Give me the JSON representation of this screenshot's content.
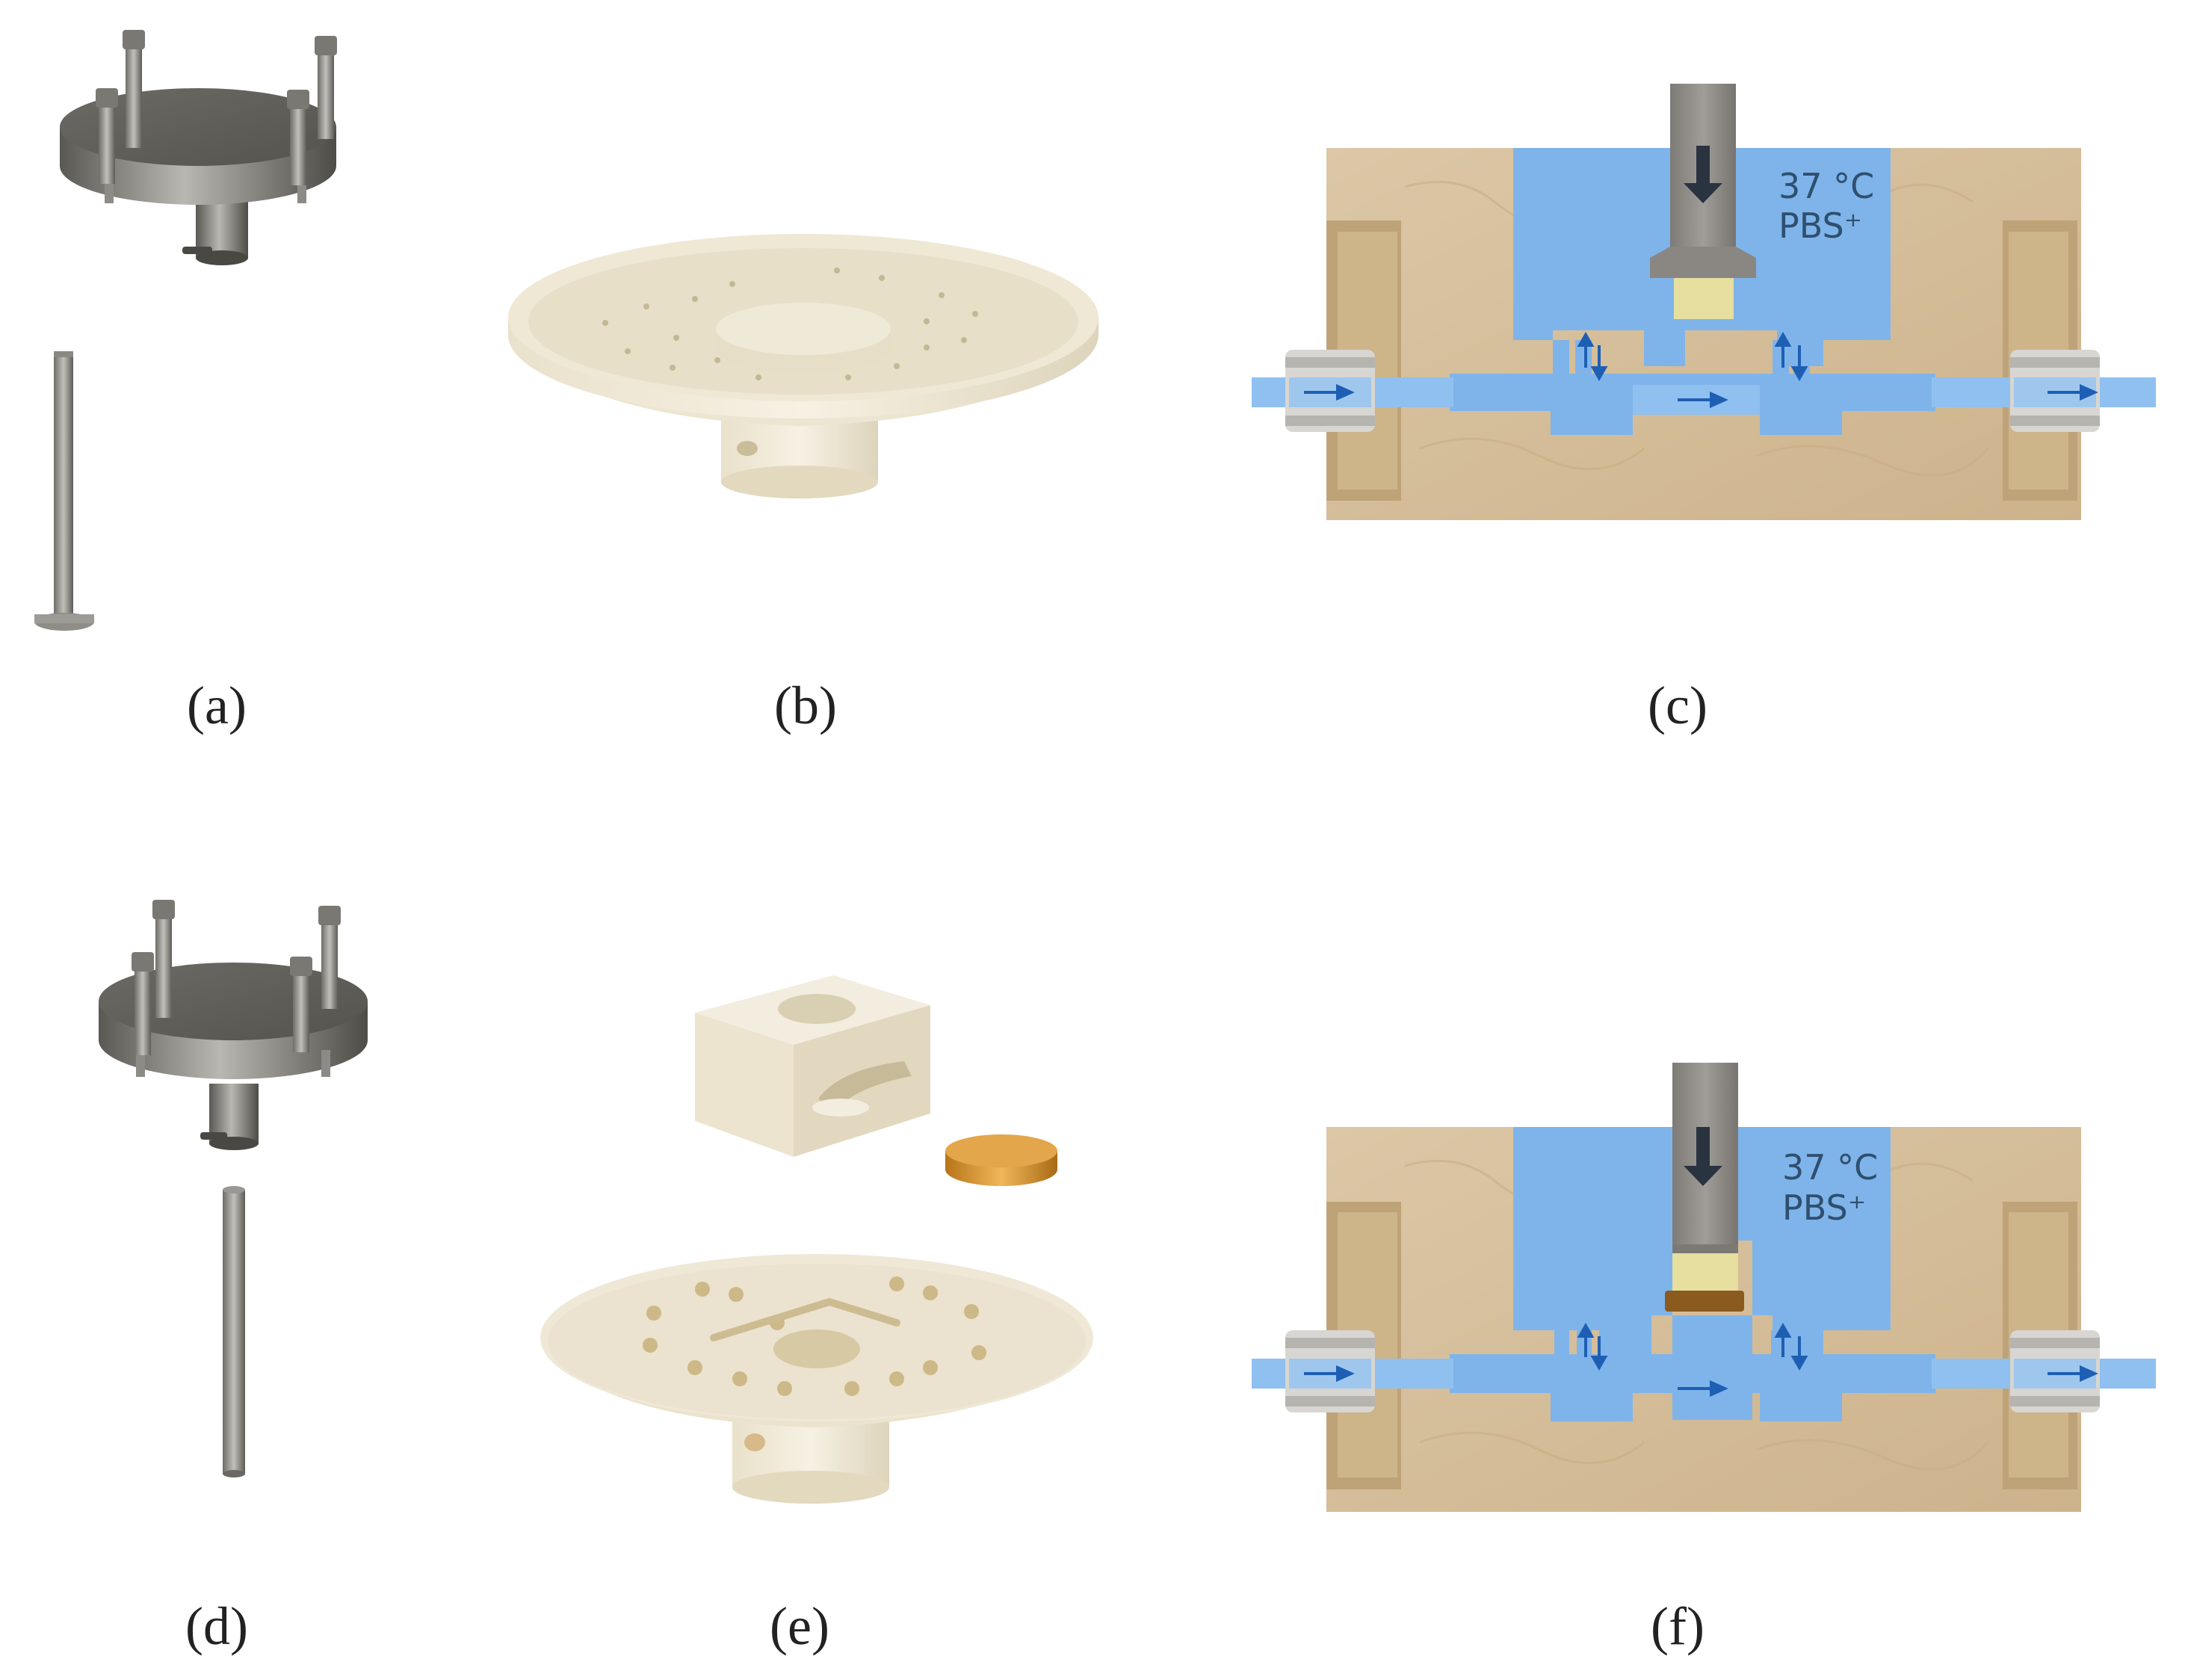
{
  "panels": {
    "a": {
      "label": "(a)"
    },
    "b": {
      "label": "(b)"
    },
    "c": {
      "label": "(c)",
      "temperature": "37 °C",
      "medium": "PBS⁺"
    },
    "d": {
      "label": "(d)"
    },
    "e": {
      "label": "(e)"
    },
    "f": {
      "label": "(f)",
      "temperature": "37 °C",
      "medium": "PBS⁺"
    }
  },
  "colors": {
    "steel_dark": "#5f5d58",
    "steel_light": "#a8a6a0",
    "ceramic": "#efe8d6",
    "wood": "#d8c3a2",
    "fluid": "#7fb4ea",
    "flow_arrow": "#1e5fb4",
    "plunger": "#8d8a86",
    "pad": "#e6dfa0",
    "disc": "#d89a3a"
  }
}
